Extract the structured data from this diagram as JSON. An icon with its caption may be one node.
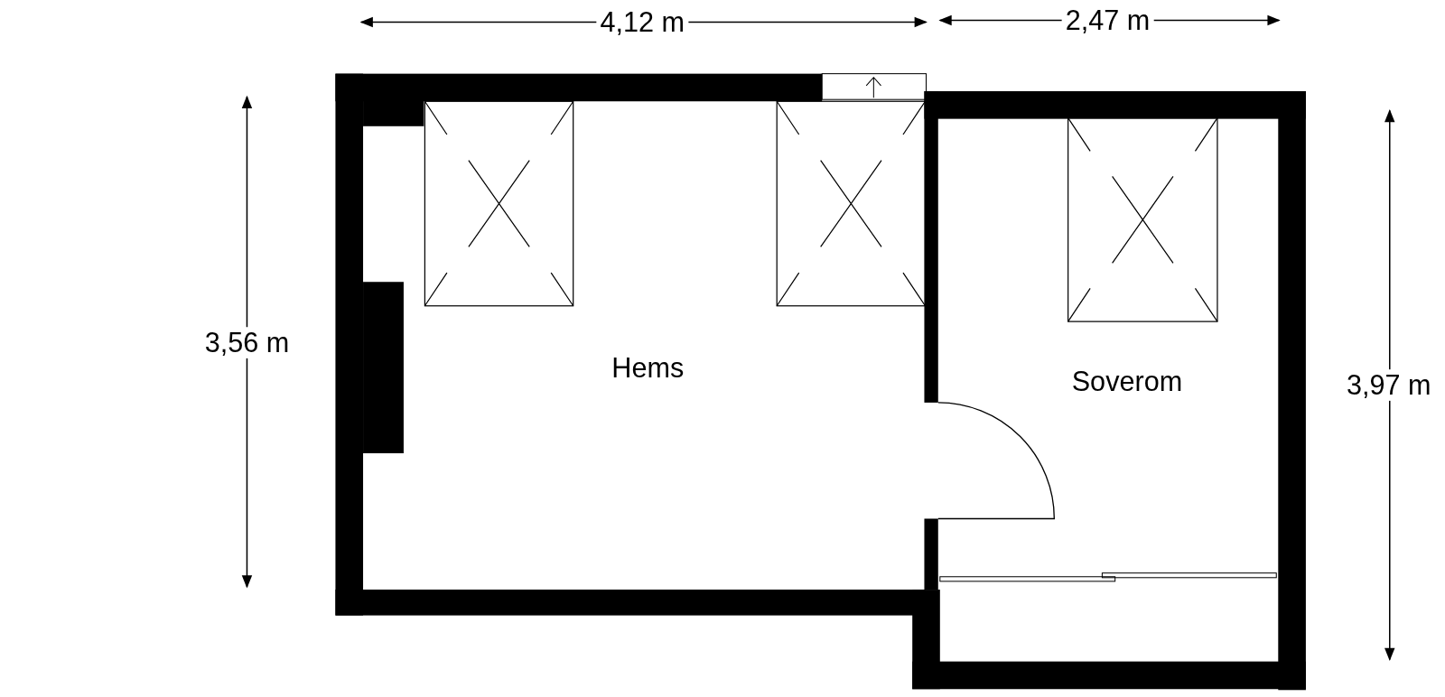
{
  "diagram": {
    "nodes": [
      {
        "text": [
          "Hems"
        ]
      },
      {
        "text": [
          "Soverom"
        ]
      }
    ],
    "edges": [],
    "labels": [
      "4,12 m",
      "2,47 m",
      "3,56 m",
      "3,97 m"
    ]
  }
}
